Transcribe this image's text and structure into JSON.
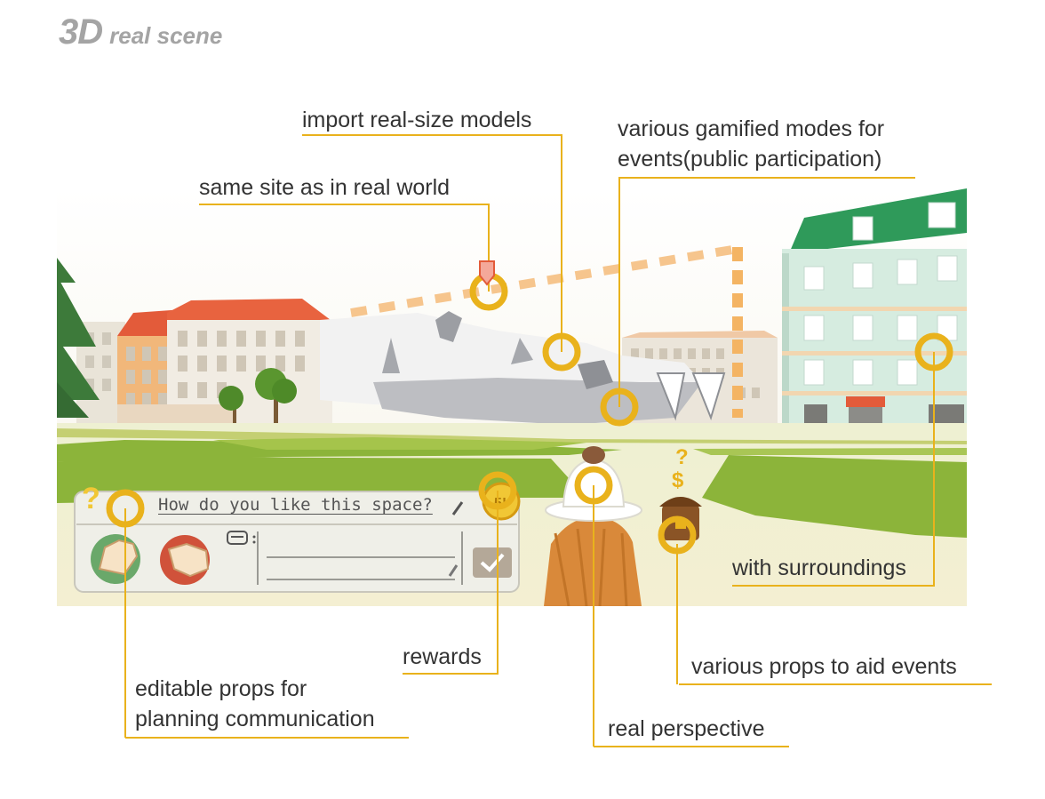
{
  "title": {
    "main": "3D",
    "sub": "real scene"
  },
  "callouts": {
    "import": "import real-size models",
    "gamified_1": "various gamified modes for",
    "gamified_2": "events(public participation)",
    "same_site": "same site as in real world",
    "surroundings": "with surroundings",
    "rewards": "rewards",
    "props_aid": "various props to aid events",
    "editable_1": "editable props for",
    "editable_2": "planning communication",
    "perspective": "real perspective"
  },
  "ui_panel": {
    "question": "How do you like this space?",
    "coin_label": "5!"
  },
  "colors": {
    "accent": "#e9b21c",
    "grass": "#8cb43a",
    "roof_red": "#e35b3a",
    "roof_green": "#2f9a5a",
    "building_mint": "#d6ece0",
    "path": "#f1ecd4",
    "sky": "#fbfbf6"
  },
  "icons": [
    "pencil-icon",
    "thumbs-up-icon",
    "thumbs-down-icon",
    "comment-icon",
    "check-icon",
    "coin-icon",
    "question-mark-icon",
    "treasure-chest-icon"
  ]
}
